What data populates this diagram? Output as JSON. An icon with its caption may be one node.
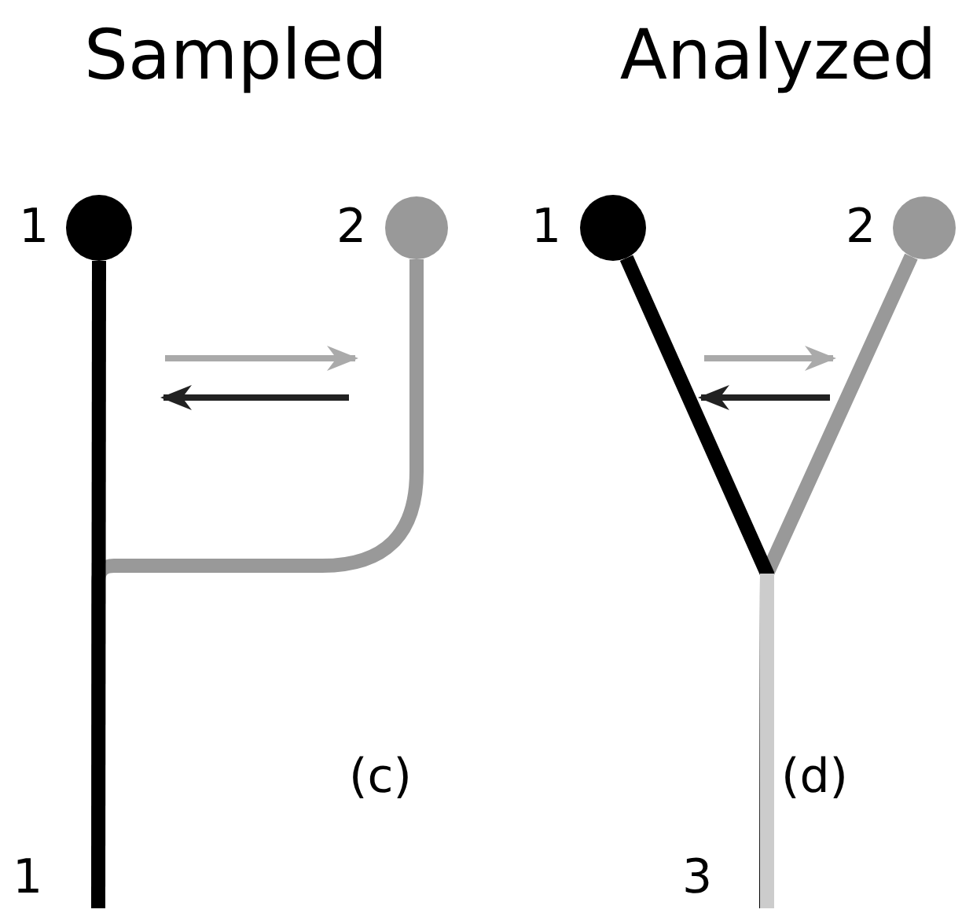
{
  "diagram": {
    "nodes": [
      {
        "text": [],
        "shape": "circle",
        "beside": [
          "1"
        ]
      },
      {
        "text": [],
        "shape": "circle",
        "beside": [
          "2"
        ]
      },
      {
        "text": [
          "1"
        ]
      },
      {
        "text": [],
        "shape": "circle",
        "beside": [
          "1"
        ]
      },
      {
        "text": [],
        "shape": "circle",
        "beside": [
          "2"
        ]
      },
      {
        "text": [
          "3"
        ]
      }
    ],
    "edges": [
      {
        "from": 0,
        "to": 2,
        "arrow": "none",
        "color": "#000000"
      },
      {
        "from": 1,
        "to": 2,
        "arrow": "none",
        "color": "#999999"
      },
      {
        "from": 3,
        "to": 5,
        "arrow": "none",
        "color": "#000000"
      },
      {
        "from": 4,
        "to": 5,
        "arrow": "none",
        "color": "#999999"
      }
    ],
    "labels": [
      "Sampled",
      "Analyzed",
      "(c)",
      "(d)"
    ]
  }
}
